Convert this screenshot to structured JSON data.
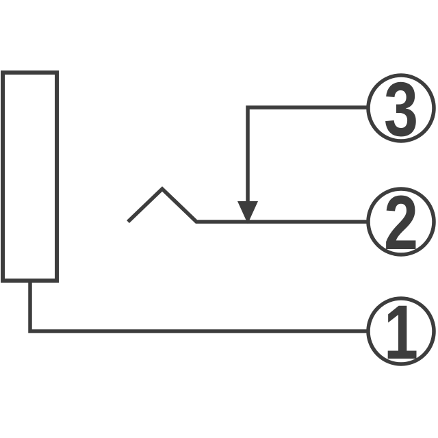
{
  "diagram": {
    "pins": [
      {
        "number": "1"
      },
      {
        "number": "2"
      },
      {
        "number": "3"
      }
    ],
    "colors": {
      "line": "#3d3d3d",
      "background": "#ffffff"
    }
  }
}
